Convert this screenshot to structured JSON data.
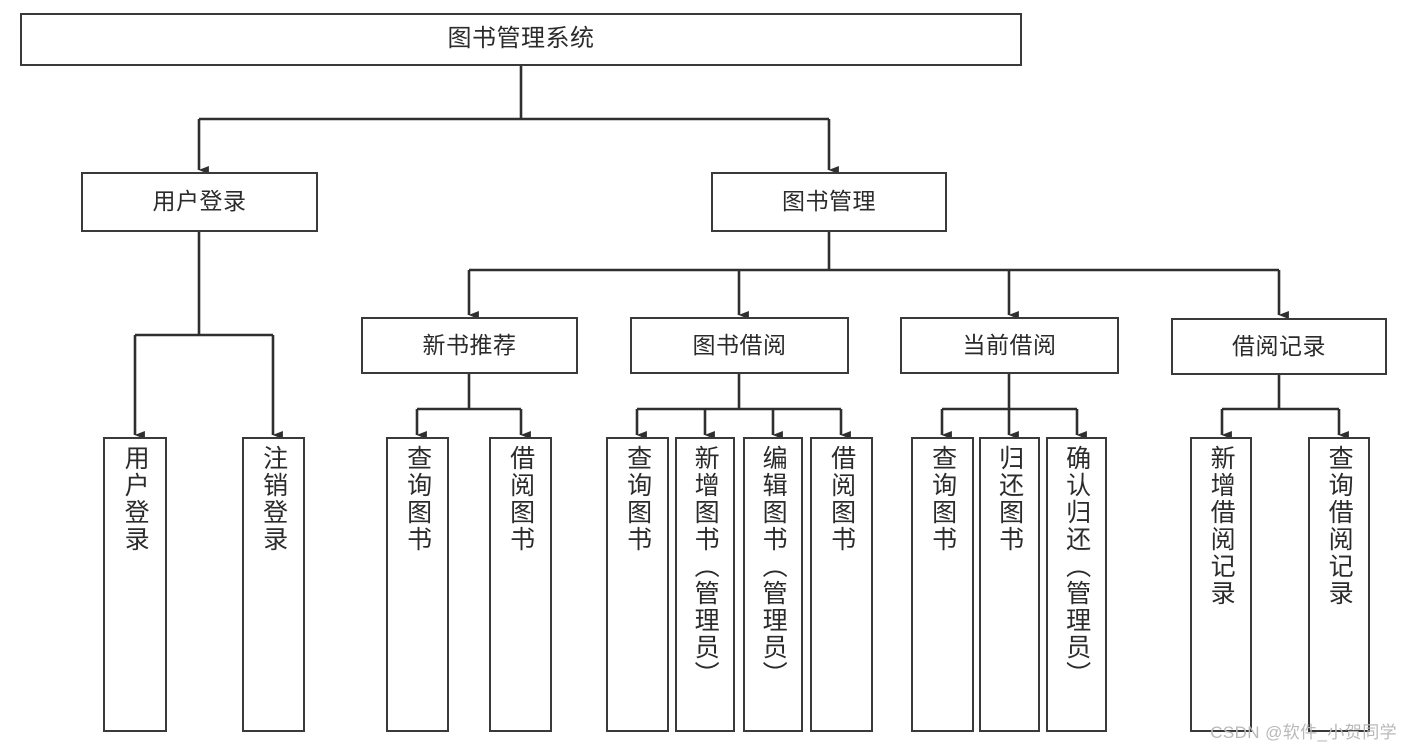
{
  "diagram": {
    "title": "图书管理系统",
    "watermark": "CSDN @软件_小贺同学",
    "colors": {
      "box_border": "#3a3a3a",
      "box_fill": "#ffffff",
      "connector": "#2f2f2f",
      "text": "#2b2b2b",
      "watermark": "#b9b9b9",
      "background": "#ffffff"
    },
    "root": {
      "label": "图书管理系统"
    },
    "level2": [
      {
        "label": "用户登录"
      },
      {
        "label": "图书管理"
      }
    ],
    "level3": [
      {
        "label": "新书推荐"
      },
      {
        "label": "图书借阅"
      },
      {
        "label": "当前借阅"
      },
      {
        "label": "借阅记录"
      }
    ],
    "leaves": [
      {
        "label": "用户登录",
        "parent": "用户登录"
      },
      {
        "label": "注销登录",
        "parent": "用户登录"
      },
      {
        "label": "查询图书",
        "parent": "新书推荐"
      },
      {
        "label": "借阅图书",
        "parent": "新书推荐"
      },
      {
        "label": "查询图书",
        "parent": "图书借阅"
      },
      {
        "label": "新增图书（管理员）",
        "parent": "图书借阅"
      },
      {
        "label": "编辑图书（管理员）",
        "parent": "图书借阅"
      },
      {
        "label": "借阅图书",
        "parent": "图书借阅"
      },
      {
        "label": "查询图书",
        "parent": "当前借阅"
      },
      {
        "label": "归还图书",
        "parent": "当前借阅"
      },
      {
        "label": "确认归还（管理员）",
        "parent": "当前借阅"
      },
      {
        "label": "新增借阅记录",
        "parent": "借阅记录"
      },
      {
        "label": "查询借阅记录",
        "parent": "借阅记录"
      }
    ]
  }
}
